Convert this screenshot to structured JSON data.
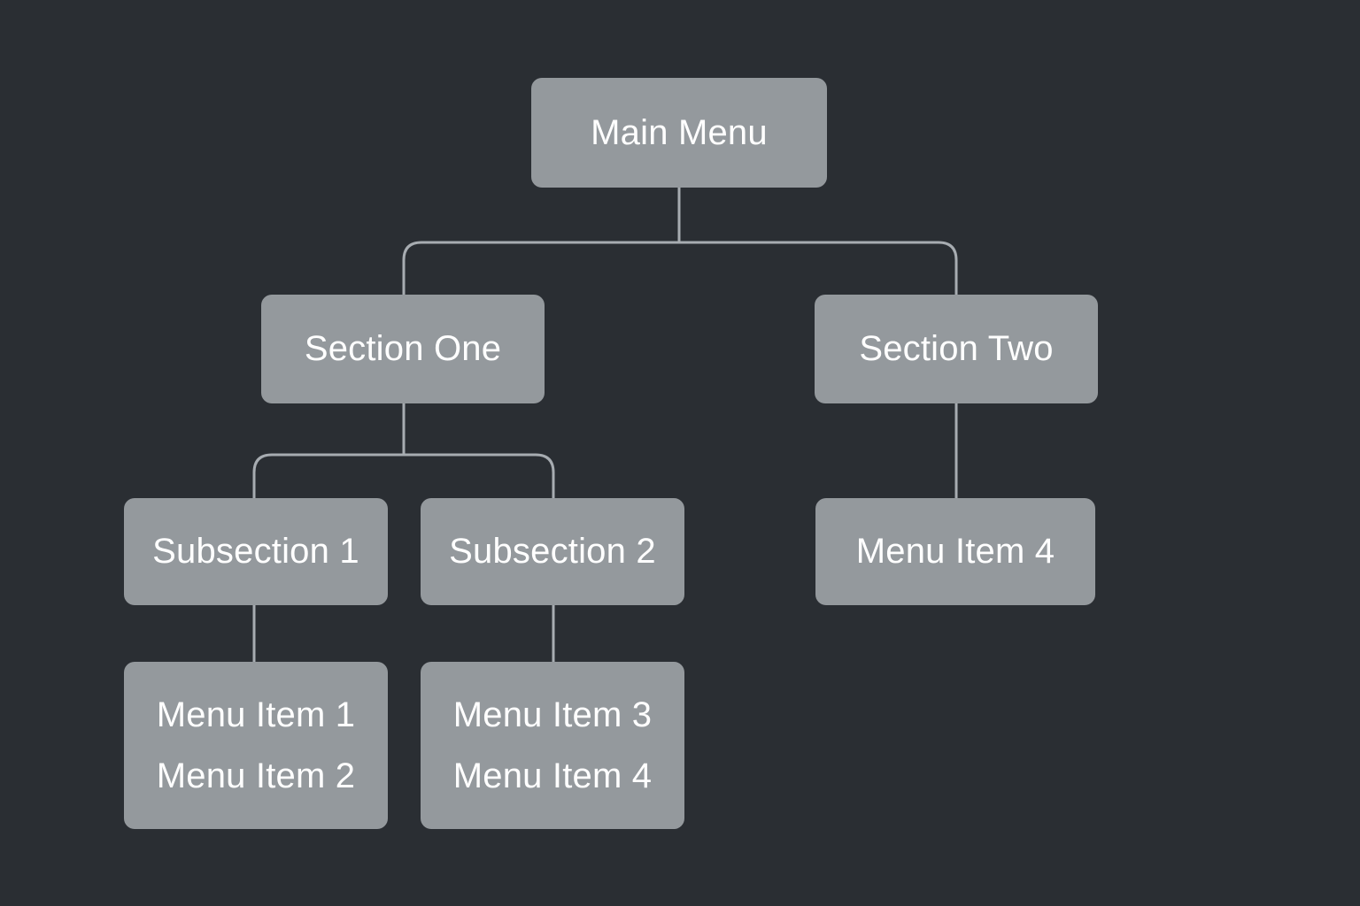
{
  "diagram": {
    "root": {
      "label": "Main Menu"
    },
    "sections": [
      {
        "label": "Section One",
        "subsections": [
          {
            "label": "Subsection 1",
            "items": [
              "Menu Item 1",
              "Menu Item 2"
            ]
          },
          {
            "label": "Subsection 2",
            "items": [
              "Menu Item 3",
              "Menu Item 4"
            ]
          }
        ]
      },
      {
        "label": "Section Two",
        "items": [
          "Menu Item 4"
        ]
      }
    ]
  },
  "colors": {
    "background": "#2a2e33",
    "node_fill": "#94999d",
    "node_text": "#ffffff",
    "connector": "#a7acb1"
  }
}
